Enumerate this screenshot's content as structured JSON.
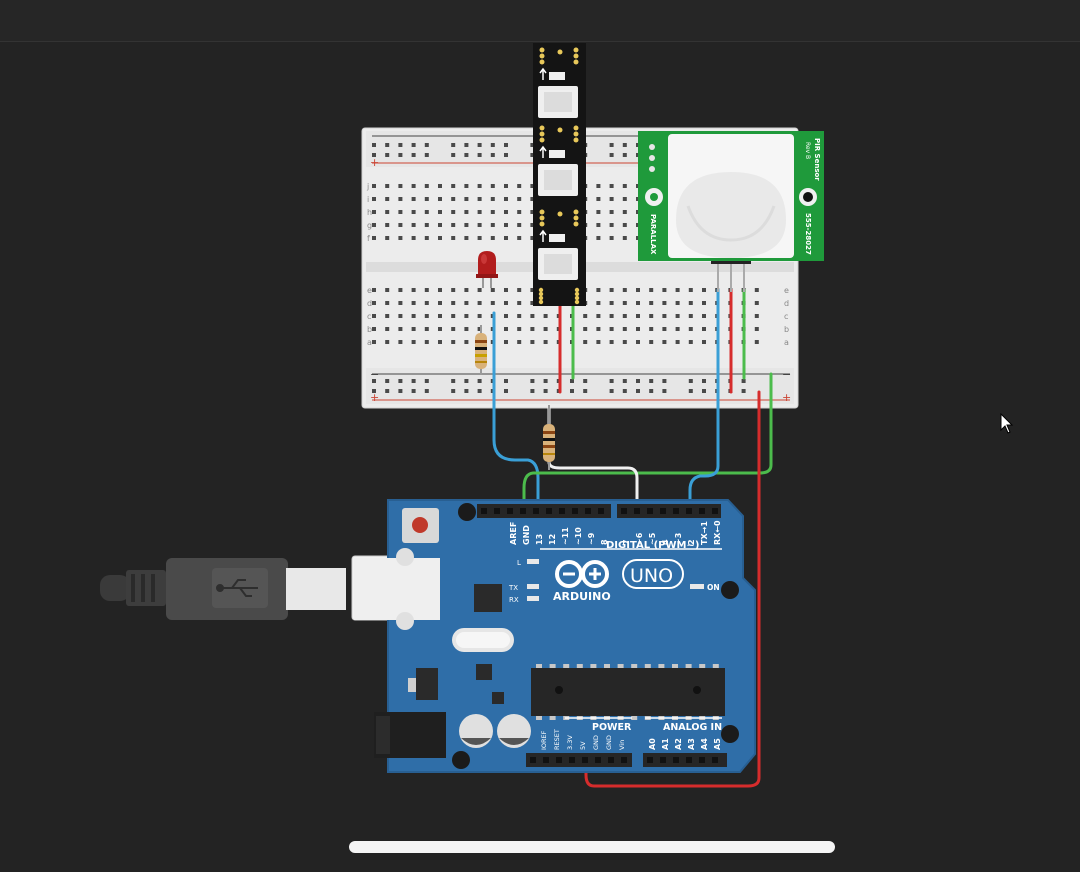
{
  "arduino": {
    "brand": "ARDUINO",
    "model": "UNO",
    "digital_label": "DIGITAL (PWM~)",
    "power_label": "POWER",
    "analog_label": "ANALOG IN",
    "on_label": "ON",
    "led_l": "L",
    "led_tx": "TX",
    "led_rx": "RX",
    "digital_pins": [
      "AREF",
      "GND",
      "13",
      "12",
      "~11",
      "~10",
      "~9",
      "8",
      "7",
      "~6",
      "~5",
      "4",
      "~3",
      "2",
      "TX→1",
      "RX←0"
    ],
    "power_pins": [
      "IOREF",
      "RESET",
      "3.3V",
      "5V",
      "GND",
      "GND",
      "Vin"
    ],
    "analog_pins": [
      "A0",
      "A1",
      "A2",
      "A3",
      "A4",
      "A5"
    ]
  },
  "breadboard": {
    "row_labels_top": [
      "j",
      "i",
      "h",
      "g",
      "f"
    ],
    "row_labels_bottom": [
      "e",
      "d",
      "c",
      "b",
      "a"
    ],
    "rail_plus": "+",
    "rail_minus": "−"
  },
  "pir_sensor": {
    "title": "PIR Sensor",
    "rev": "Rev B",
    "brand": "PARALLAX",
    "part": "555-28027"
  },
  "colors": {
    "background": "#232323",
    "arduino_blue": "#2f6ea8",
    "pir_green": "#1f9a3b",
    "wire_red": "#d62c2c",
    "wire_green": "#4cbc4c",
    "wire_blue": "#3a9fd6",
    "wire_white": "#f0f0f0"
  }
}
